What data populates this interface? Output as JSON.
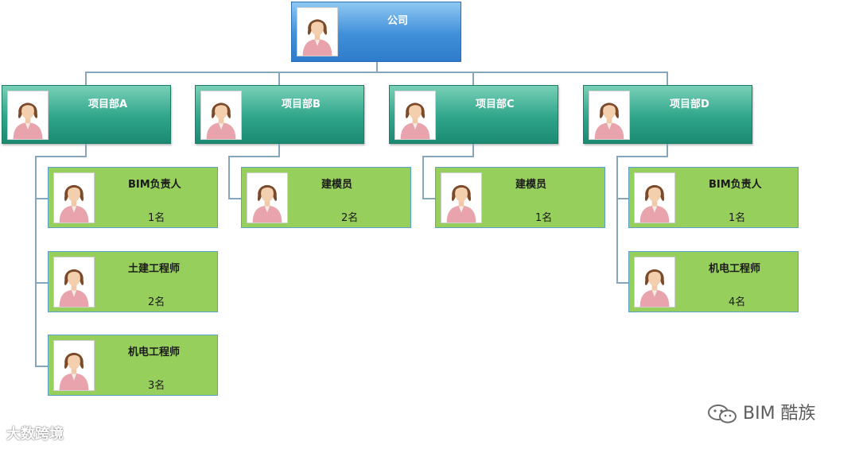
{
  "org": {
    "root": {
      "title": "公司"
    },
    "departments": [
      {
        "title": "项目部A",
        "roles": [
          {
            "title": "BIM负责人",
            "count": "1名"
          },
          {
            "title": "土建工程师",
            "count": "2名"
          },
          {
            "title": "机电工程师",
            "count": "3名"
          }
        ]
      },
      {
        "title": "项目部B",
        "roles": [
          {
            "title": "建模员",
            "count": "2名"
          }
        ]
      },
      {
        "title": "项目部C",
        "roles": [
          {
            "title": "建模员",
            "count": "1名"
          }
        ]
      },
      {
        "title": "项目部D",
        "roles": [
          {
            "title": "BIM负责人",
            "count": "1名"
          },
          {
            "title": "机电工程师",
            "count": "4名"
          }
        ]
      }
    ]
  },
  "watermarks": {
    "left": "大数跨境",
    "right": "BIM 酷族"
  },
  "colors": {
    "root": "#3f8fd9",
    "department": "#2fa58a",
    "role": "#97cf5c",
    "connector": "#86a6bd"
  },
  "icons": {
    "avatar": "female-avatar-icon",
    "watermark_right": "wechat-icon"
  }
}
